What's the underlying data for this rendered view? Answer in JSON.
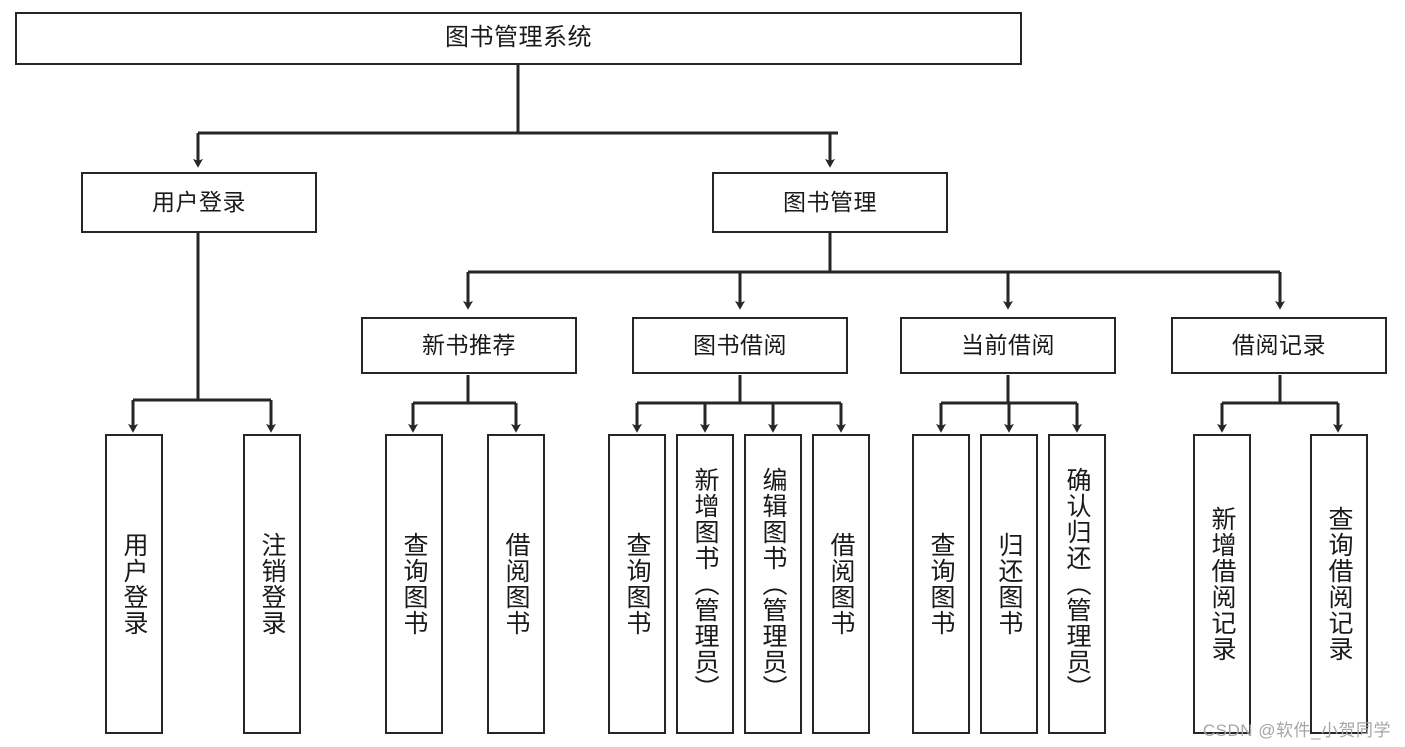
{
  "diagram": {
    "title": "图书管理系统",
    "watermark": "CSDN @软件_小贺同学",
    "colors": {
      "stroke": "#262626",
      "fill": "#ffffff",
      "text": "#1a1a1a",
      "watermark": "#a6a6a6"
    },
    "root": {
      "label": "图书管理系统"
    },
    "level1": [
      {
        "label": "用户登录"
      },
      {
        "label": "图书管理"
      }
    ],
    "level2": [
      {
        "label": "新书推荐"
      },
      {
        "label": "图书借阅"
      },
      {
        "label": "当前借阅"
      },
      {
        "label": "借阅记录"
      }
    ],
    "leaves": {
      "user_login": [
        {
          "label": "用户登录"
        },
        {
          "label": "注销登录"
        }
      ],
      "new_book_recommend": [
        {
          "label": "查询图书"
        },
        {
          "label": "借阅图书"
        }
      ],
      "book_borrow": [
        {
          "label": "查询图书"
        },
        {
          "label": "新增图书（管理员）"
        },
        {
          "label": "编辑图书（管理员）"
        },
        {
          "label": "借阅图书"
        }
      ],
      "current_borrow": [
        {
          "label": "查询图书"
        },
        {
          "label": "归还图书"
        },
        {
          "label": "确认归还（管理员）"
        }
      ],
      "borrow_record": [
        {
          "label": "新增借阅记录"
        },
        {
          "label": "查询借阅记录"
        }
      ]
    }
  }
}
